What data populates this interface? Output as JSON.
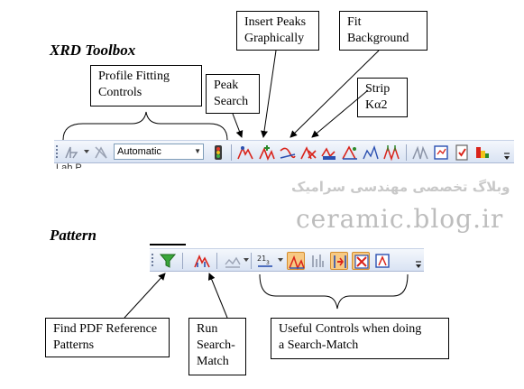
{
  "headings": {
    "xrd_toolbox": "XRD Toolbox",
    "pattern": "Pattern"
  },
  "callouts": {
    "profile_fitting": "Profile Fitting Controls",
    "peak_search": "Peak Search",
    "insert_peaks": "Insert Peaks Graphically",
    "fit_background": "Fit Background",
    "strip_ka2": "Strip Kα2",
    "find_pdf": "Find PDF Reference Patterns",
    "run_search_match": "Run Search-Match",
    "useful_controls": "Useful Controls when doing a Search-Match"
  },
  "xrd_toolbar": {
    "combo_value": "Automatic",
    "cutoff_label": "Lab P..."
  },
  "watermark": {
    "farsi": "وبلاگ تخصصی مهندسی سرامیک",
    "english": "ceramic.blog.ir"
  },
  "colors": {
    "toolbar_top": "#f4f7fc",
    "toolbar_bottom": "#d9e3f3",
    "highlight": "#f7c983",
    "icon_red": "#d9231a",
    "icon_green": "#2c8a2c",
    "icon_blue": "#2a4fb0"
  }
}
